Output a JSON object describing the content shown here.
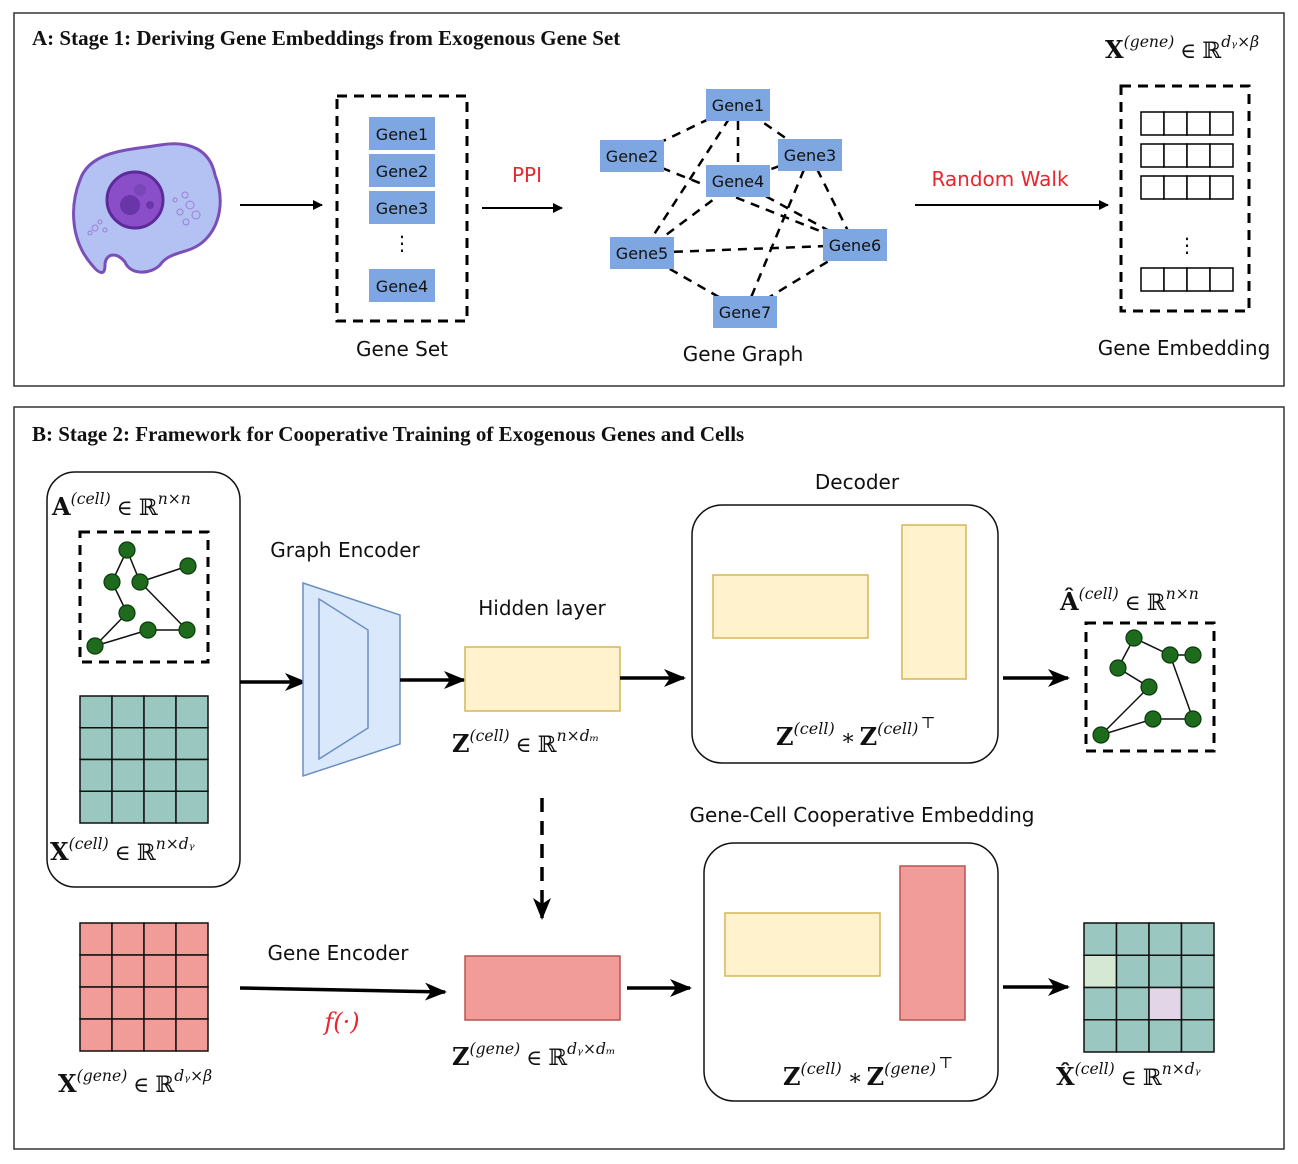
{
  "stage1": {
    "title": "A: Stage 1: Deriving Gene Embeddings from Exogenous Gene Set",
    "gene_set": {
      "label": "Gene Set",
      "items": [
        "Gene1",
        "Gene2",
        "Gene3",
        "Gene4"
      ],
      "ellipsis": "⋮"
    },
    "ppi_label": "PPI",
    "gene_graph": {
      "label": "Gene Graph",
      "nodes": [
        "Gene1",
        "Gene2",
        "Gene3",
        "Gene4",
        "Gene5",
        "Gene6",
        "Gene7"
      ],
      "edges": [
        [
          "Gene1",
          "Gene2"
        ],
        [
          "Gene1",
          "Gene3"
        ],
        [
          "Gene1",
          "Gene4"
        ],
        [
          "Gene1",
          "Gene5"
        ],
        [
          "Gene2",
          "Gene6"
        ],
        [
          "Gene3",
          "Gene4"
        ],
        [
          "Gene3",
          "Gene6"
        ],
        [
          "Gene3",
          "Gene7"
        ],
        [
          "Gene4",
          "Gene5"
        ],
        [
          "Gene4",
          "Gene6"
        ],
        [
          "Gene5",
          "Gene6"
        ],
        [
          "Gene5",
          "Gene7"
        ],
        [
          "Gene6",
          "Gene7"
        ]
      ]
    },
    "random_walk_label": "Random Walk",
    "gene_embedding": {
      "label": "Gene Embedding",
      "formula": {
        "sym": "X",
        "sup": "(gene)",
        "in": "∈",
        "space": "ℝ",
        "dims": "d_g×β"
      },
      "ellipsis": "⋮"
    }
  },
  "stage2": {
    "title": "B: Stage 2: Framework for Cooperative Training of Exogenous Genes and Cells",
    "a_cell": {
      "sym": "A",
      "sup": "(cell)",
      "in": "∈",
      "space": "ℝ",
      "dims": "n×n"
    },
    "x_cell": {
      "sym": "X",
      "sup": "(cell)",
      "in": "∈",
      "space": "ℝ",
      "dims": "n×d_g"
    },
    "graph_encoder_label": "Graph Encoder",
    "hidden_layer_label": "Hidden layer",
    "z_cell": {
      "sym": "Z",
      "sup": "(cell)",
      "in": "∈",
      "space": "ℝ",
      "dims": "n×d_m"
    },
    "decoder": {
      "label": "Decoder",
      "formula": "Z(cell) * Z(cell)⊤",
      "left": "Z",
      "left_sup": "(cell)",
      "op": "∗",
      "right": "Z",
      "right_sup": "(cell)",
      "t": "⊤"
    },
    "a_hat": {
      "sym": "Â",
      "sup": "(cell)",
      "in": "∈",
      "space": "ℝ",
      "dims": "n×n"
    },
    "coop": {
      "label": "Gene-Cell Cooperative Embedding",
      "left": "Z",
      "left_sup": "(cell)",
      "op": "∗",
      "right": "Z",
      "right_sup": "(gene)",
      "t": "⊤"
    },
    "gene_encoder": {
      "label": "Gene Encoder",
      "fn": "f(·)"
    },
    "x_gene": {
      "sym": "X",
      "sup": "(gene)",
      "in": "∈",
      "space": "ℝ",
      "dims": "d_g×β"
    },
    "z_gene": {
      "sym": "Z",
      "sup": "(gene)",
      "in": "∈",
      "space": "ℝ",
      "dims": "d_g×d_m"
    },
    "x_hat": {
      "sym": "X̂",
      "sup": "(cell)",
      "in": "∈",
      "space": "ℝ",
      "dims": "n×d_g"
    }
  },
  "colors": {
    "gene_box": "#7ea6e0",
    "cell_matrix": "#9ac7bf",
    "gene_matrix": "#f19c99",
    "hidden": "#fff2cc",
    "hidden_stroke": "#d6b656",
    "encoder": "#dae8fc",
    "encoder_stroke": "#6c8ebf",
    "node": "#1e6b1e",
    "accent_red": "#e8262d",
    "cell_highlight_1": "#d5e8d4",
    "cell_highlight_2": "#e1d5e7"
  }
}
